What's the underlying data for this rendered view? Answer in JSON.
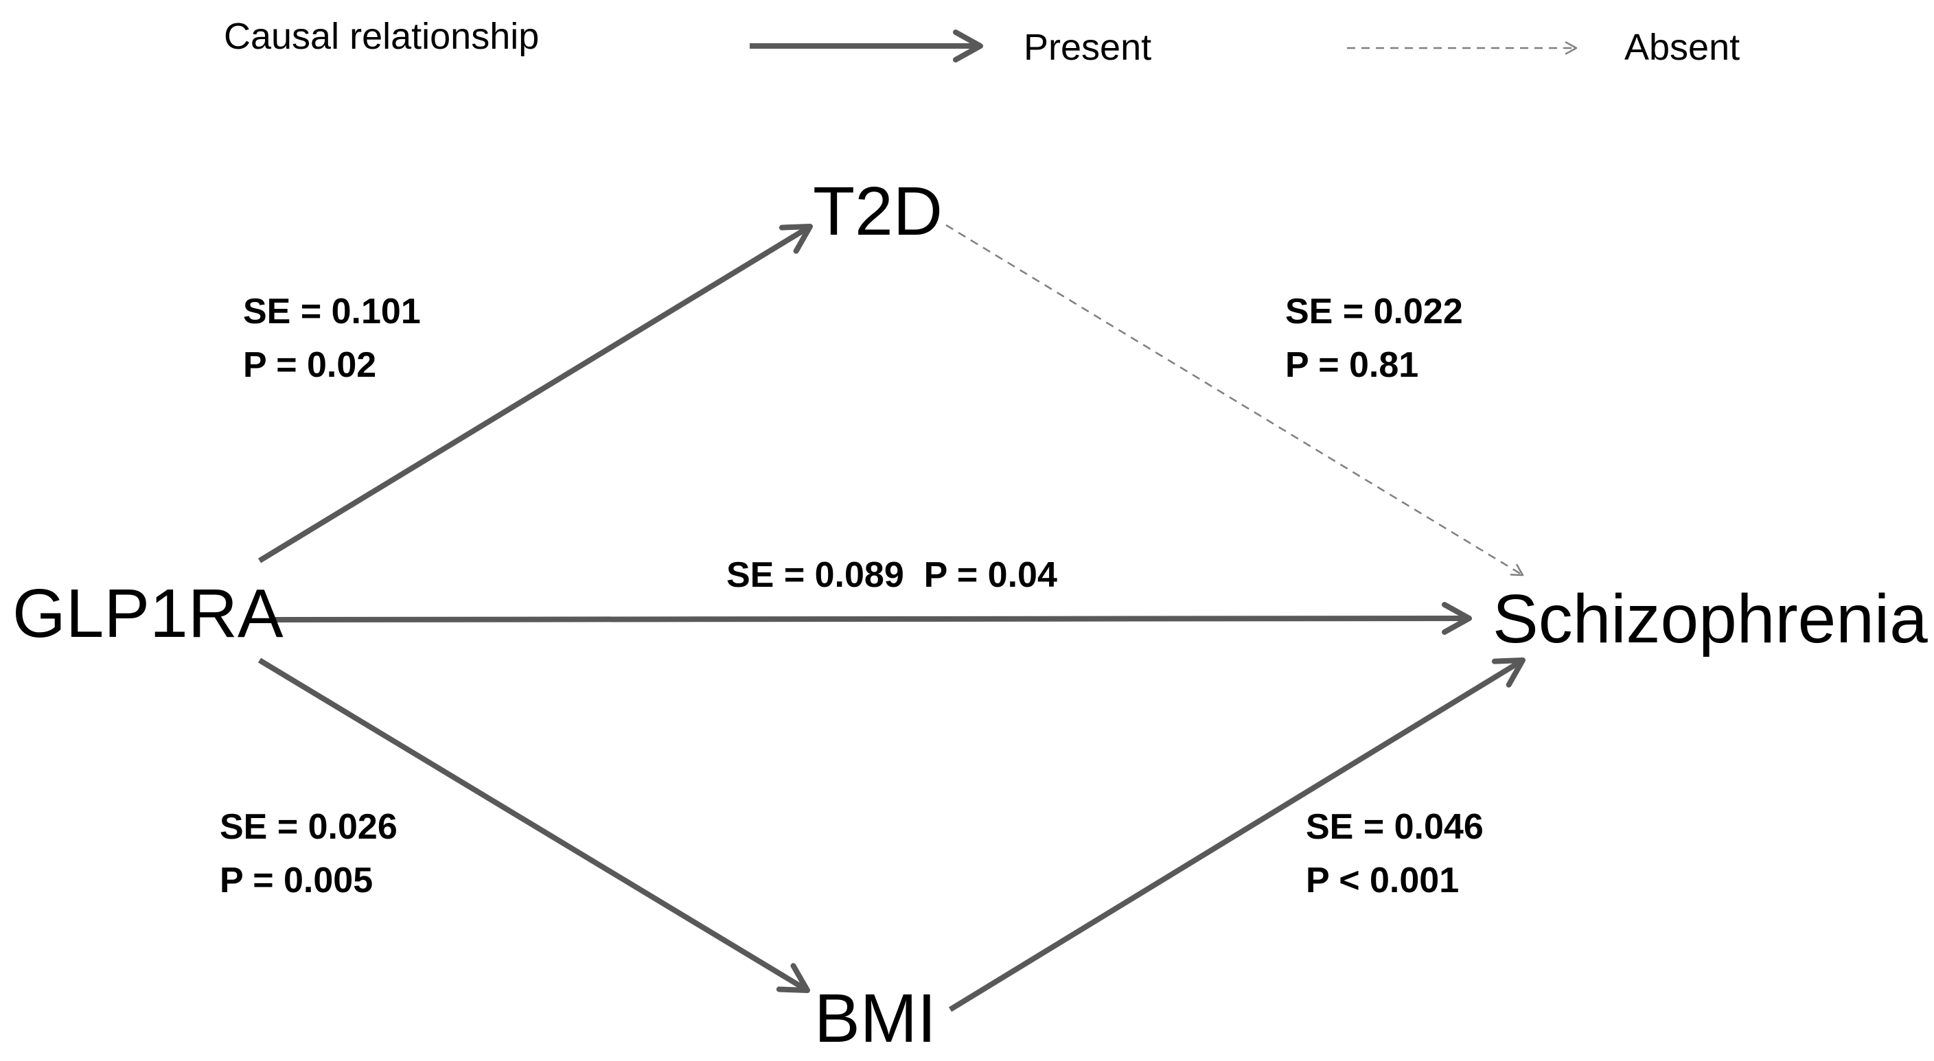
{
  "legend": {
    "title": "Causal relationship",
    "present_label": "Present",
    "absent_label": "Absent"
  },
  "nodes": {
    "exposure": "GLP1RA",
    "mediator_top": "T2D",
    "mediator_bottom": "BMI",
    "outcome": "Schizophrenia"
  },
  "edges": {
    "glp1ra_t2d": {
      "se": "SE = 0.101",
      "p": "P = 0.02",
      "causal": "present"
    },
    "t2d_schizophrenia": {
      "se": "SE = 0.022",
      "p": "P = 0.81",
      "causal": "absent"
    },
    "glp1ra_schizophrenia": {
      "label": "SE = 0.089  P = 0.04",
      "causal": "present"
    },
    "glp1ra_bmi": {
      "se": "SE = 0.026",
      "p": "P = 0.005",
      "causal": "present"
    },
    "bmi_schizophrenia": {
      "se": "SE = 0.046",
      "p": "P < 0.001",
      "causal": "present"
    }
  },
  "colors": {
    "present_arrow": "#595959",
    "absent_arrow": "#7f7f7f",
    "text": "#000000"
  }
}
